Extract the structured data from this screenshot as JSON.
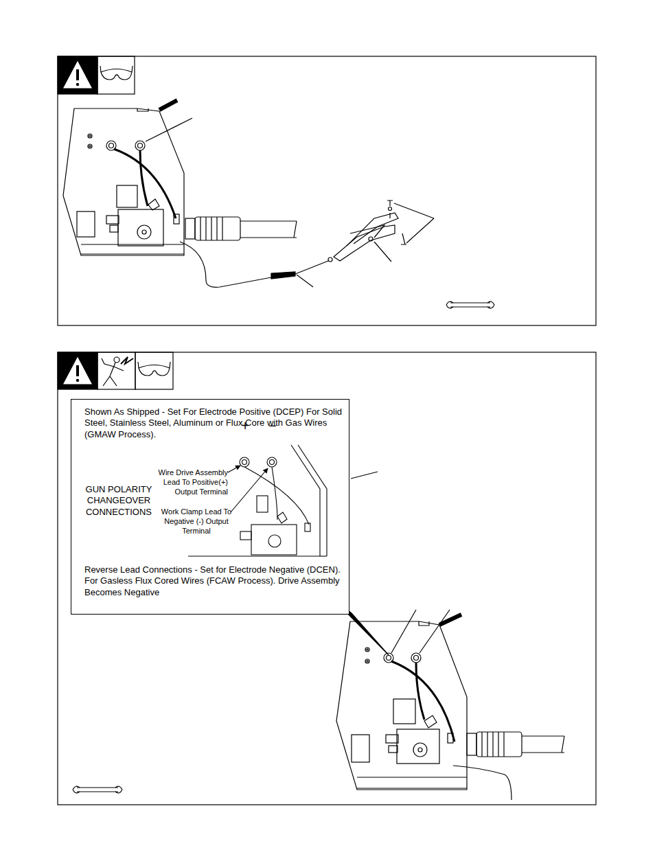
{
  "diagram": {
    "nodes": [
      {
        "text": [
          "Shown As Shipped - Set For Electrode Positive (DCEP) For Solid Steel, Stainless Steel, Aluminum or Flux Core with Gas Wires (GMAW Process).",
          "+",
          "−",
          "Wire Drive Assembly Lead To Positive(+) Output Terminal",
          "GUN POLARITY CHANGEOVER CONNECTIONS",
          "Work Clamp Lead To Negative (-) Output Terminal",
          "Reverse Lead Connections - Set for Electrode Negative (DCEN). For Gasless Flux Cored Wires (FCAW Process). Drive Assembly Becomes Negative"
        ]
      }
    ]
  }
}
